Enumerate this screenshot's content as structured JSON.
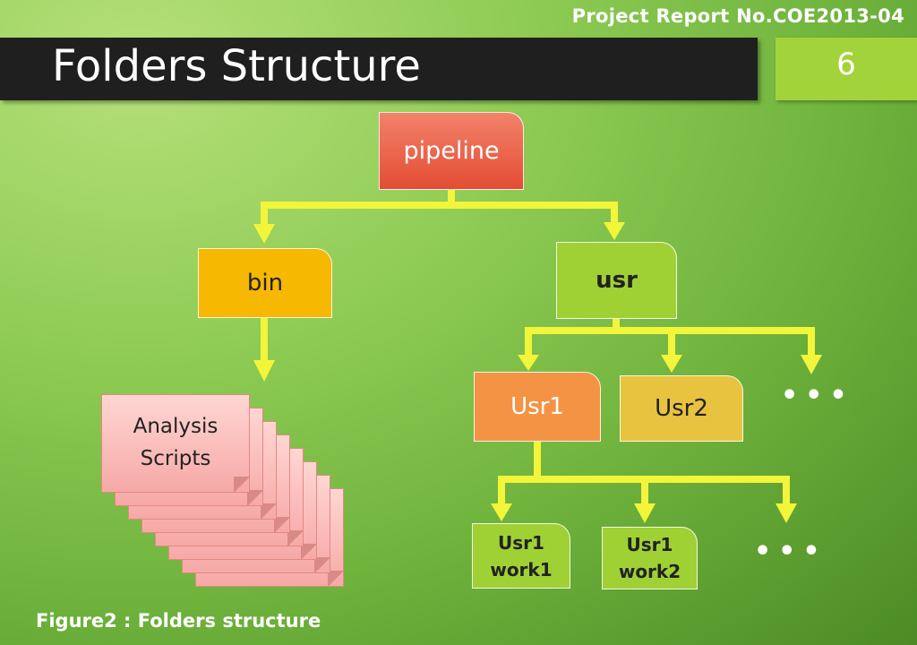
{
  "header": {
    "report_label": "Project Report No.COE2013-04",
    "title": "Folders Structure",
    "page_number": "6"
  },
  "diagram": {
    "nodes": {
      "pipeline": "pipeline",
      "bin": "bin",
      "usr": "usr",
      "usr1": "Usr1",
      "usr2": "Usr2",
      "usr1_work1": "Usr1\nwork1",
      "usr1_work2": "Usr1\nwork2",
      "analysis_scripts": "Analysis\nScripts"
    },
    "ellipsis_usr": "•••",
    "ellipsis_usr1": "•••",
    "colors": {
      "connector": "#f2f53a",
      "pipeline": "#e34d33",
      "bin": "#f6b800",
      "usr": "#9fd135",
      "usr1": "#f59345",
      "usr2": "#e8c340",
      "scripts": "#f6a9a7"
    }
  },
  "caption": "Figure2 : Folders structure"
}
